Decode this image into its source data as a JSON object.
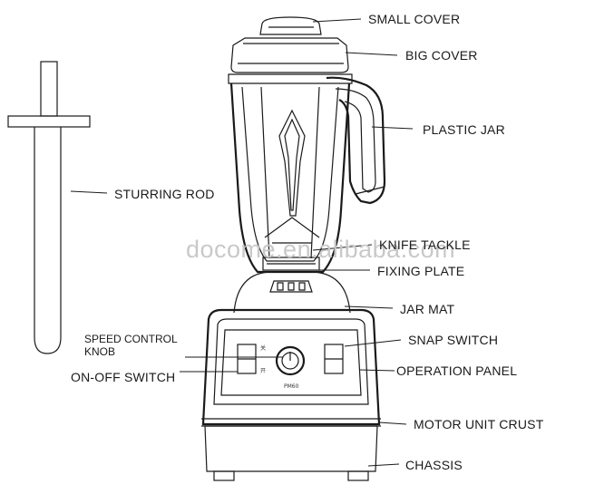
{
  "watermark": "docome.en.alibaba.com",
  "labels": {
    "small_cover": "SMALL COVER",
    "big_cover": "BIG COVER",
    "plastic_jar": "PLASTIC JAR",
    "sturring_rod": "STURRING ROD",
    "knife_tackle": "KNIFE TACKLE",
    "fixing_plate": "FIXING PLATE",
    "jar_mat": "JAR MAT",
    "speed_control_knob_line1": "SPEED CONTROL",
    "speed_control_knob_line2": "KNOB",
    "snap_switch": "SNAP SWITCH",
    "on_off_switch": "ON-OFF SWITCH",
    "operation_panel": "OPERATION PANEL",
    "motor_unit_crust": "MOTOR UNIT CRUST",
    "chassis": "CHASSIS"
  }
}
